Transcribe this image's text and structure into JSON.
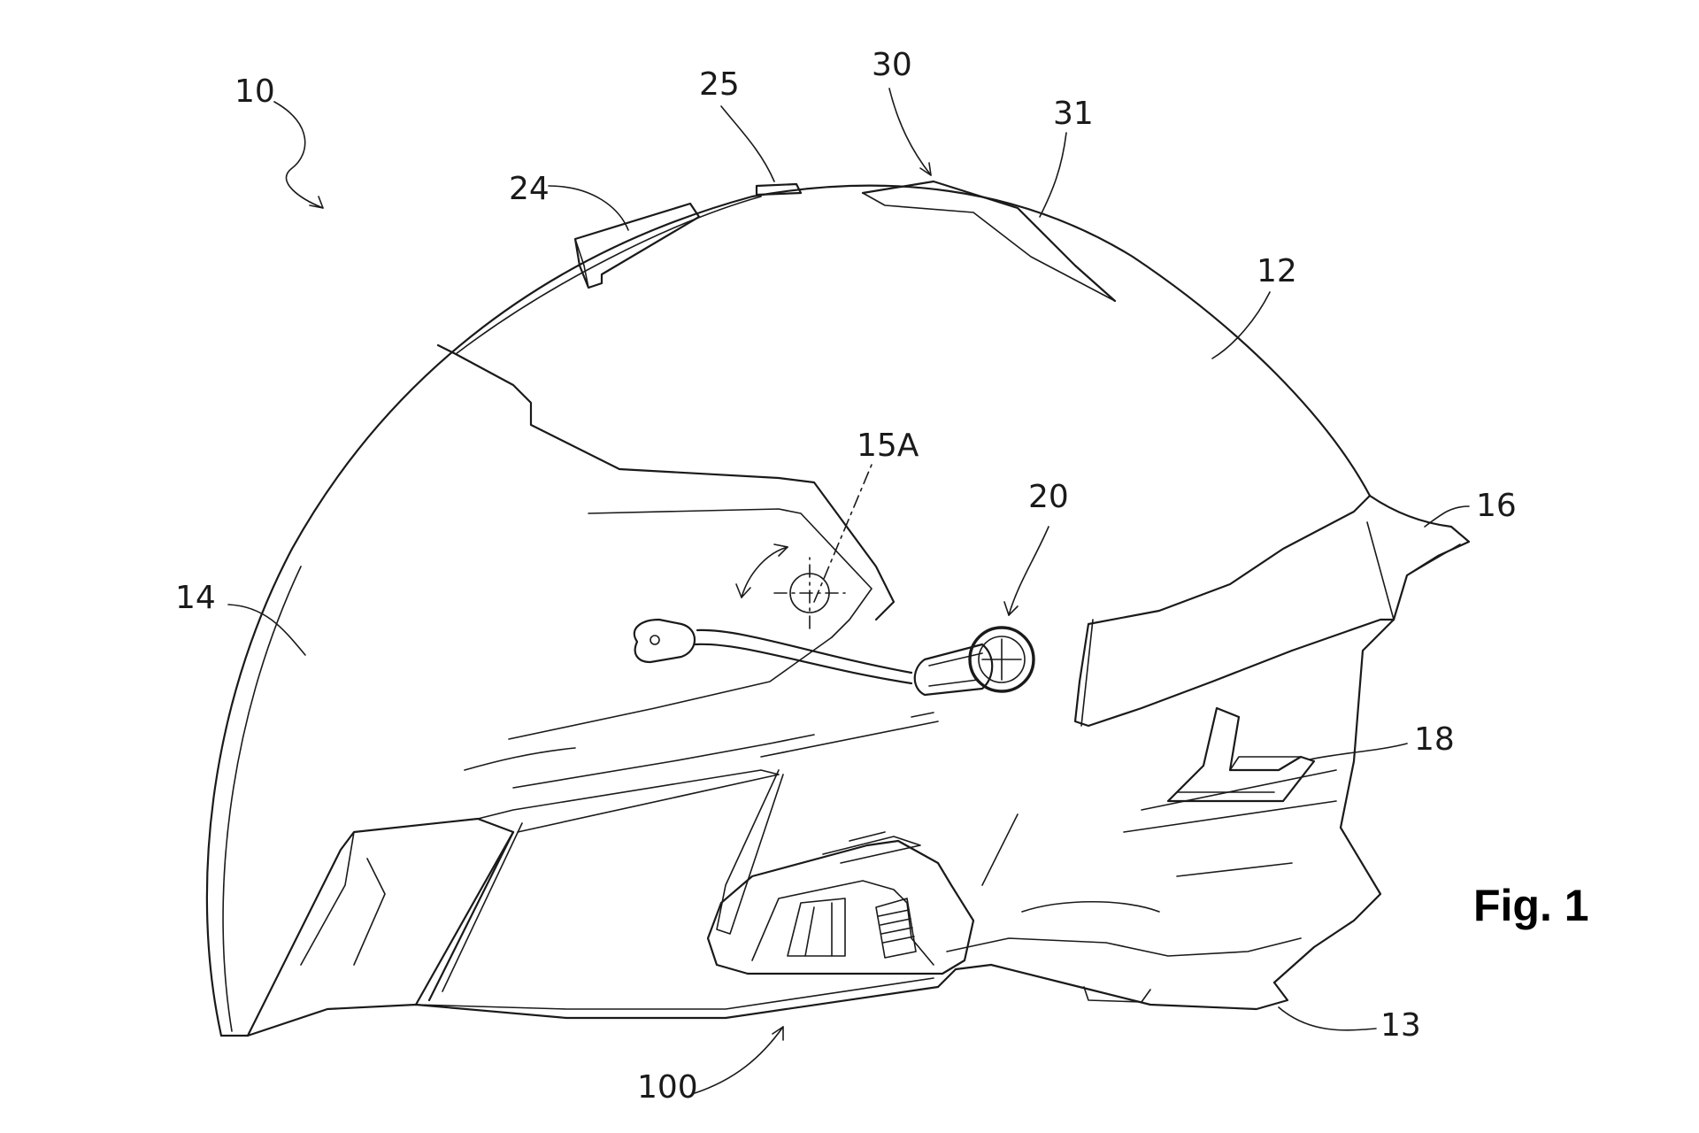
{
  "figure_label": "Fig. 1",
  "reference_numerals": {
    "helmet": "10",
    "shell": "12",
    "rim": "13",
    "side_panel": "14",
    "pivot_axis": "15A",
    "spoiler": "16",
    "vent": "18",
    "microphone_unit": "20",
    "front_vent": "24",
    "top_button": "25",
    "rear_element": "30",
    "rear_ridge": "31",
    "communication_device": "100"
  }
}
